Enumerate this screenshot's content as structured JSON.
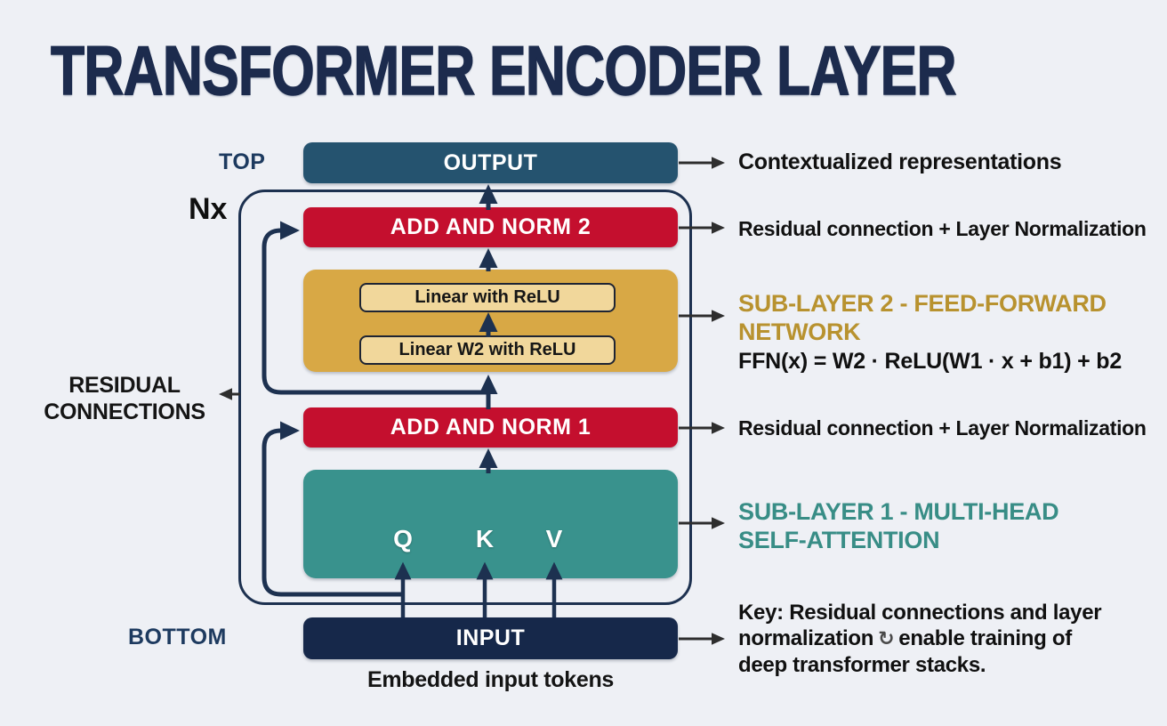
{
  "title": "TRANSFORMER ENCODER LAYER",
  "side_labels": {
    "top": "TOP",
    "nx": "Nx",
    "residual_line1": "RESIDUAL",
    "residual_line2": "CONNECTIONS",
    "bottom": "BOTTOM"
  },
  "diagram": {
    "output_box": "OUTPUT",
    "add_norm_2": "ADD AND NORM 2",
    "ffn_inner_top": "Linear with ReLU",
    "ffn_inner_bottom": "Linear W2 with ReLU",
    "add_norm_1": "ADD AND NORM 1",
    "attention_q": "Q",
    "attention_k": "K",
    "attention_v": "V",
    "input_box": "INPUT",
    "input_caption": "Embedded input tokens"
  },
  "annotations": {
    "output": "Contextualized representations",
    "add_norm_2": "Residual connection + Layer Normalization",
    "ffn_title_line1": "SUB-LAYER 2 - FEED-FORWARD",
    "ffn_title_line2": "NETWORK",
    "ffn_formula": "FFN(x) = W2 · ReLU(W1 · x + b1) + b2",
    "add_norm_1": "Residual connection + Layer Normalization",
    "attention_title_line1": "SUB-LAYER 1 - MULTI-HEAD",
    "attention_title_line2": "SELF-ATTENTION",
    "key_line1": "Key: Residual connections and layer",
    "key_line2_before_icon": "normalization",
    "key_icon_glyph": "↻",
    "key_line2_after_icon": "enable training of",
    "key_line3": "deep transformer stacks."
  },
  "colors": {
    "background": "#eef0f5",
    "title_navy": "#1c2b4d",
    "box_output_blue": "#25536f",
    "box_red": "#c40f2e",
    "box_gold": "#d8a845",
    "box_gold_inner": "#f1d79b",
    "box_teal": "#39928d",
    "box_input_navy": "#16284a",
    "line_navy": "#1d3150",
    "annotation_arrow_gray": "#2e2e2e",
    "annotation_gold_text": "#b8922f",
    "annotation_teal_text": "#388d86"
  }
}
